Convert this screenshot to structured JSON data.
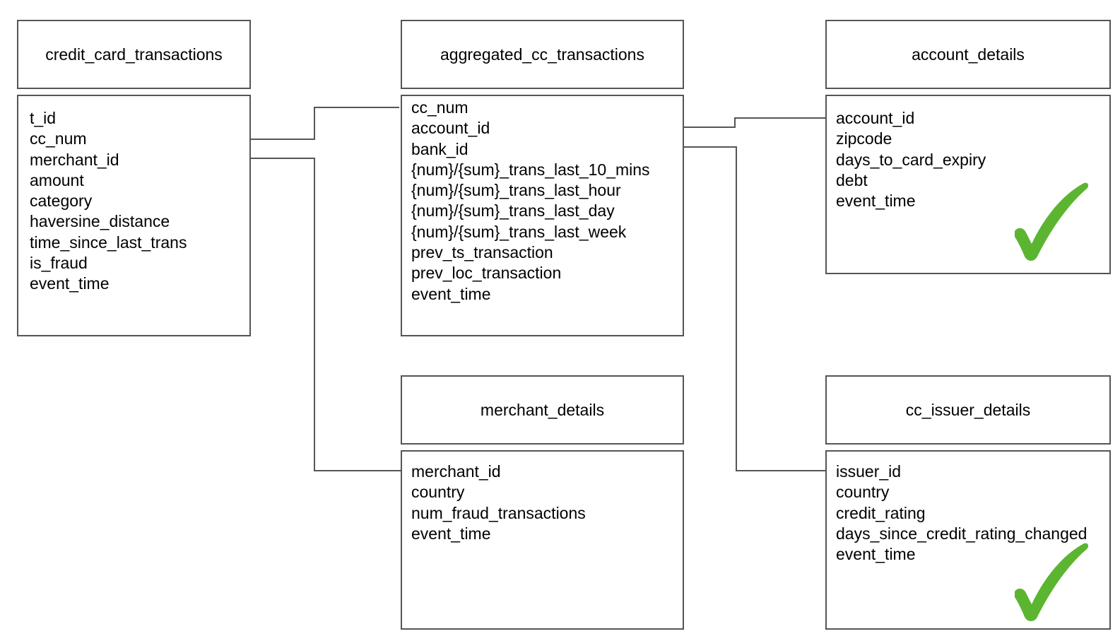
{
  "tables": {
    "credit_card_transactions": {
      "title": "credit_card_transactions",
      "fields": [
        "t_id",
        "cc_num",
        "merchant_id",
        "amount",
        "category",
        "haversine_distance",
        "time_since_last_trans",
        "is_fraud",
        "event_time"
      ]
    },
    "aggregated_cc_transactions": {
      "title": "aggregated_cc_transactions",
      "fields": [
        "cc_num",
        "account_id",
        "bank_id",
        "{num}/{sum}_trans_last_10_mins",
        "{num}/{sum}_trans_last_hour",
        "{num}/{sum}_trans_last_day",
        "{num}/{sum}_trans_last_week",
        "prev_ts_transaction",
        "prev_loc_transaction",
        "event_time"
      ]
    },
    "account_details": {
      "title": "account_details",
      "fields": [
        "account_id",
        "zipcode",
        "days_to_card_expiry",
        "debt",
        "event_time"
      ],
      "checked": true
    },
    "merchant_details": {
      "title": "merchant_details",
      "fields": [
        "merchant_id",
        "country",
        "num_fraud_transactions",
        "event_time"
      ]
    },
    "cc_issuer_details": {
      "title": "cc_issuer_details",
      "fields": [
        "issuer_id",
        "country",
        "credit_rating",
        "days_since_credit_rating_changed",
        "event_time"
      ],
      "checked": true
    }
  },
  "relationships": [
    {
      "from": "credit_card_transactions.cc_num",
      "to": "aggregated_cc_transactions.cc_num"
    },
    {
      "from": "credit_card_transactions.merchant_id",
      "to": "merchant_details.merchant_id"
    },
    {
      "from": "aggregated_cc_transactions.account_id",
      "to": "account_details.account_id"
    },
    {
      "from": "aggregated_cc_transactions.bank_id",
      "to": "cc_issuer_details.issuer_id"
    }
  ],
  "colors": {
    "border": "#555555",
    "connector": "#555555",
    "checkmark": "#5cb531"
  },
  "icons": {
    "check": "checkmark-icon"
  }
}
